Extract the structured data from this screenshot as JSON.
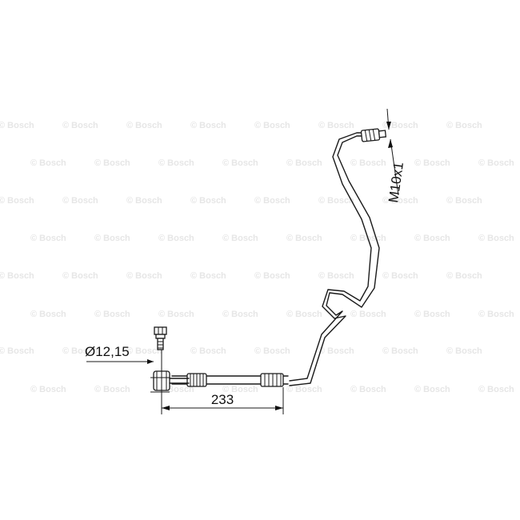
{
  "watermark": {
    "text": "© Bosch"
  },
  "dimensions": {
    "diameter": "Ø12,15",
    "length": "233",
    "thread": "M10x1"
  },
  "colors": {
    "drawing": "#1a1a1a",
    "watermark": "#e6e6e6",
    "background": "#ffffff"
  }
}
